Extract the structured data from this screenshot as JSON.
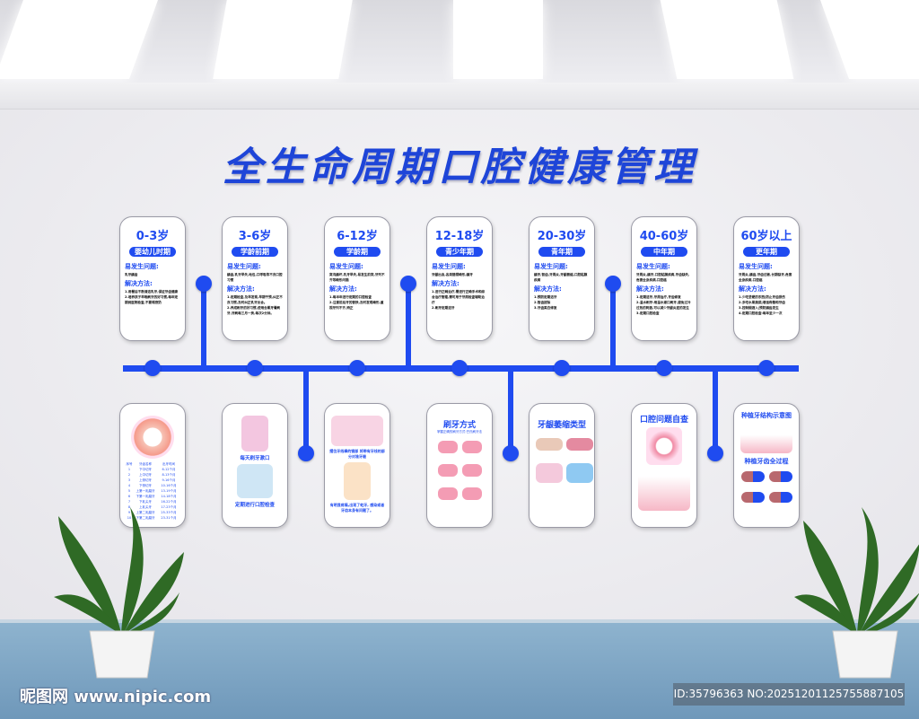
{
  "title": "全生命周期口腔健康管理",
  "labels": {
    "problems": "易发生问题:",
    "solutions": "解决方法:"
  },
  "stages": [
    {
      "age": "0-3岁",
      "period": "婴幼儿时期",
      "problems": [
        "乳牙龋齿"
      ],
      "solutions": [
        "1.用餐后不断清洁乳牙,保证牙齿健康",
        "2.培养孩子早晚刷牙的好习惯,每年定期到医院检查,不要喂夜奶"
      ]
    },
    {
      "age": "3-6岁",
      "period": "学龄前期",
      "problems": [
        "龋齿,乳牙早失,地包,口呼吸等不良口腔习惯"
      ],
      "solutions": [
        "1.定期检查,及早发现,早期干预,纠正不良习惯,及时纠正乳牙反合。",
        "2.养成刷牙的好习惯,使用含氟牙膏刷牙,牙刷每三月一换,每次2分钟。"
      ]
    },
    {
      "age": "6-12岁",
      "period": "学龄期",
      "problems": [
        "窝沟龋坏,乳牙早失,易发生前突,牙列不齐等畸形问题"
      ],
      "solutions": [
        "1.每半年进行定期的口腔检查",
        "2.注意前后牙的替换,及时发现畸形,重视牙列不齐,矫正"
      ]
    },
    {
      "age": "12-18岁",
      "period": "青少年期",
      "problems": [
        "牙龈出血,各类错颌畸形,龋牙"
      ],
      "solutions": [
        "1.进行正畸治疗,需进行正畸手术和综合治疗管理,需可用于牙周检查辅助治疗",
        "2.刷牙定期洁牙"
      ]
    },
    {
      "age": "20-30岁",
      "period": "青年期",
      "problems": [
        "龋牙,智齿,牙周炎,牙龈萎缩,口腔粘膜疾病"
      ],
      "solutions": [
        "1.预防定期洁牙",
        "2.智齿拔除",
        "3.牙齿美白修复"
      ]
    },
    {
      "age": "40-60岁",
      "period": "中年期",
      "problems": [
        "牙周炎,龋牙,口腔粘膜疾病,牙齿缺失,危害全身疾病,口腔癌"
      ],
      "solutions": [
        "1.定期洁牙,牙周治疗,牙齿修复",
        "2.温水刷牙:用温水漱口刷牙,避免过冷过热的刺激,可以减少牙龈炎症的发生",
        "3.定期口腔检查"
      ]
    },
    {
      "age": "60岁以上",
      "period": "更年期",
      "problems": [
        "牙周炎,龋齿,牙齿过敏,长期缺牙,危害全身疾病,口腔癌"
      ],
      "solutions": [
        "1.少吃坚硬的东西|防止牙齿损伤",
        "2.多吃水果蔬菜|增强骨骼和牙齿",
        "3.控制烟酒入|预防龋齿发生",
        "4.定期口腔检查:每年至少一次"
      ]
    }
  ],
  "bottom": [
    {
      "table_header": [
        "序号",
        "牙齿名称",
        "出牙时间"
      ],
      "rows": [
        [
          "1",
          "下中切牙",
          "6-12个月"
        ],
        [
          "2",
          "上中切牙",
          "8-13个月"
        ],
        [
          "3",
          "上侧切牙",
          "9-16个月"
        ],
        [
          "4",
          "下侧切牙",
          "10-16个月"
        ],
        [
          "5",
          "上第一乳磨牙",
          "13-19个月"
        ],
        [
          "6",
          "下第一乳磨牙",
          "14-18个月"
        ],
        [
          "7",
          "下乳尖牙",
          "16-22个月"
        ],
        [
          "8",
          "上乳尖牙",
          "17-23个月"
        ],
        [
          "9",
          "上第二乳磨牙",
          "25-33个月"
        ],
        [
          "10",
          "下第二乳磨牙",
          "23-31个月"
        ]
      ]
    },
    {
      "caption1": "每天刷牙漱口",
      "caption2": "定期进行口腔检查"
    },
    {
      "caption1": "摆位牙线棒的钢部 将带有牙线的部分对准牙缝",
      "caption2": "有明显疼痛,出现了蛀牙, 感染或者牙齿本身有问题了。"
    },
    {
      "title": "刷牙方式",
      "subtitle": "掌握正确的刷牙方式·巴氏刷牙法"
    },
    {
      "title": "牙龈萎缩类型"
    },
    {
      "title": "口腔问题自查"
    },
    {
      "title": "种植牙结构示意图",
      "title2": "种植牙齿全过程"
    }
  ],
  "watermark": {
    "logo": "昵图网 www.nipic.com",
    "id": "ID:35796363 NO:20251201125755887105"
  },
  "colors": {
    "accent": "#1f4bf0",
    "floor": "#7fa6c6"
  }
}
